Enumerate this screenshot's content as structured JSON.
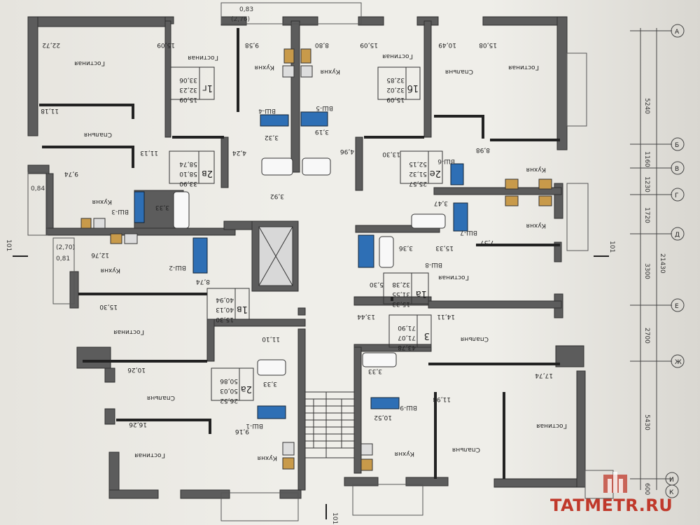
{
  "rooms": {
    "gostinaya": "Гостиная",
    "spalnya": "Спальня",
    "kuhnya": "Кухня"
  },
  "apartments": [
    {
      "num": "1г",
      "areas": [
        "15,09",
        "32,23",
        "33,06"
      ]
    },
    {
      "num": "1б",
      "areas": [
        "15,09",
        "32,02",
        "32,85"
      ]
    },
    {
      "num": "2в",
      "areas": [
        "33,90",
        "58,10",
        "58,74"
      ]
    },
    {
      "num": "2е",
      "areas": [
        "25,57",
        "51,32",
        "52,15"
      ]
    },
    {
      "num": "1в",
      "areas": [
        "15,30",
        "40,13",
        "40,94"
      ]
    },
    {
      "num": "1а",
      "areas": [
        "15,33",
        "31,55",
        "32,38"
      ]
    },
    {
      "num": "2а",
      "areas": [
        "26,52",
        "50,03",
        "50,86"
      ]
    },
    {
      "num": "3",
      "areas": [
        "43,78",
        "71,07",
        "71,90"
      ]
    }
  ],
  "room_areas": [
    "22,72",
    "15,09",
    "9,58",
    "8,80",
    "15,09",
    "10,49",
    "15,08",
    "11,18",
    "11,13",
    "4,24",
    "4,96",
    "13,30",
    "8,98",
    "9,74",
    "3,33",
    "3,47",
    "7,57",
    "12,76",
    "15,30",
    "8,74",
    "11,10",
    "13,44",
    "5,30",
    "15,33",
    "14,11",
    "17,74",
    "10,26",
    "3,33",
    "3,33",
    "10,52",
    "11,93",
    "16,26",
    "9,16",
    "3,92",
    "3,32",
    "3,19",
    "3,36"
  ],
  "bathroom_codes": [
    "ВШ-4",
    "ВШ-5",
    "ВШ-3",
    "ВШ-6",
    "ВШ-2",
    "ВШ-7",
    "ВШ-8",
    "ВШ-1",
    "ВШ-9"
  ],
  "dimensions_right": [
    "5240",
    "1160",
    "1230",
    "1720",
    "3300",
    "21430",
    "2700",
    "5430",
    "600"
  ],
  "axis_labels": [
    "А",
    "Б",
    "В",
    "Г",
    "Д",
    "Е",
    "Ж",
    "И",
    "К"
  ],
  "balcony_labels": [
    "0,83",
    "(2,76)",
    "0,84",
    "(2,70)",
    "0,81"
  ],
  "section_mark": "101",
  "watermark": "TATMETR.RU",
  "colors": {
    "wall": "#5c5c5c",
    "fixture": "#2e6fb5",
    "brand": "#c0392b"
  }
}
